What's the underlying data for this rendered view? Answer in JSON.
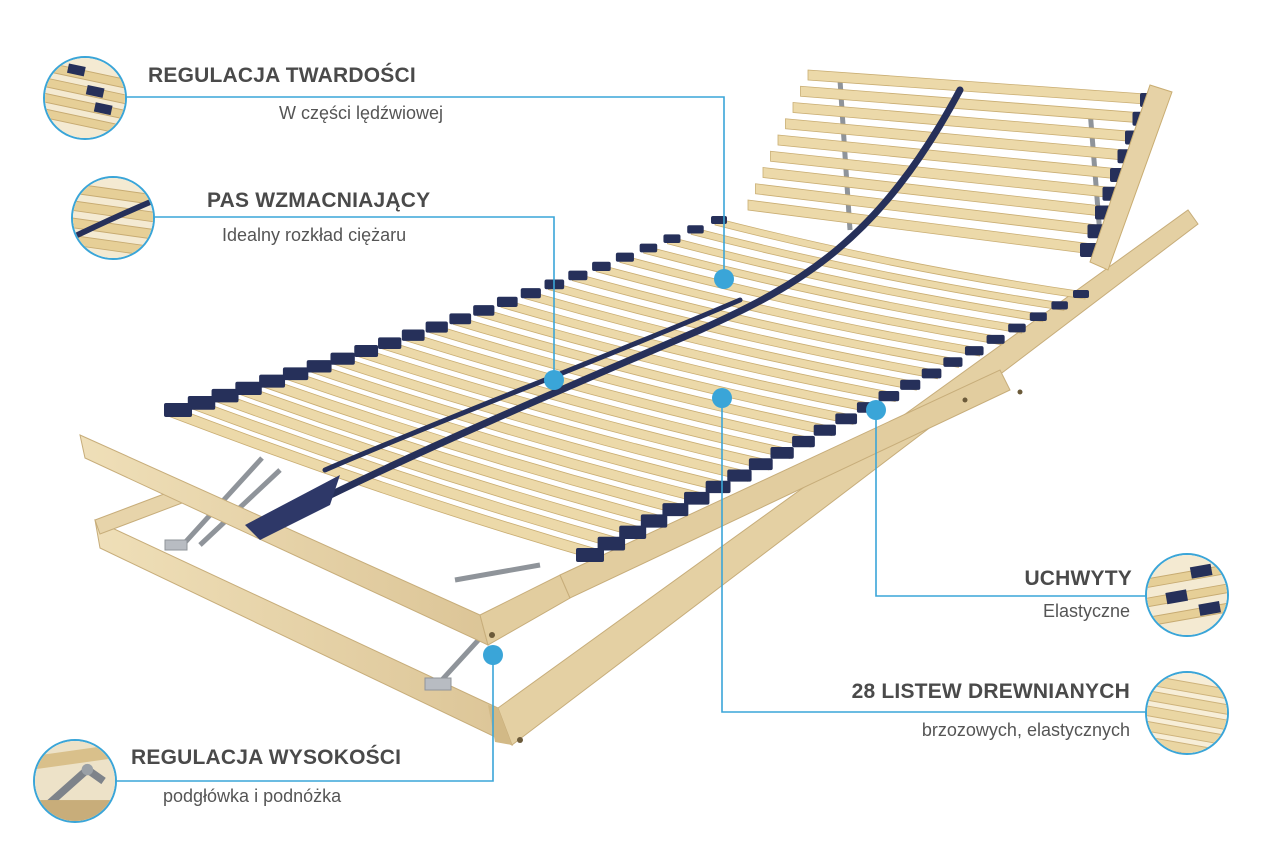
{
  "features": [
    {
      "id": "hardness",
      "title": "REGULACJA TWARDOŚCI",
      "subtitle": "W części lędźwiowej",
      "icon": "slat-adjuster-closeup-icon"
    },
    {
      "id": "belt",
      "title": "PAS WZMACNIAJĄCY",
      "subtitle": "Idealny rozkład ciężaru",
      "icon": "reinforcing-belt-closeup-icon"
    },
    {
      "id": "holders",
      "title": "UCHWYTY",
      "subtitle": "Elastyczne",
      "icon": "flexible-holder-closeup-icon"
    },
    {
      "id": "slats",
      "title": "28 LISTEW DREWNIANYCH",
      "subtitle": "brzozowych, elastycznych",
      "icon": "wooden-slats-closeup-icon"
    },
    {
      "id": "height",
      "title": "REGULACJA WYSOKOŚCI",
      "subtitle": "podgłówka i podnóżka",
      "icon": "height-mechanism-closeup-icon"
    }
  ],
  "colors": {
    "accent": "#3aa5d8",
    "wood": "#ecd9a9",
    "wood_edge": "#c9ad72",
    "frame": "#e8d6ae",
    "belt": "#26305a",
    "text_title": "#4a4a4a",
    "text_sub": "#555555"
  }
}
